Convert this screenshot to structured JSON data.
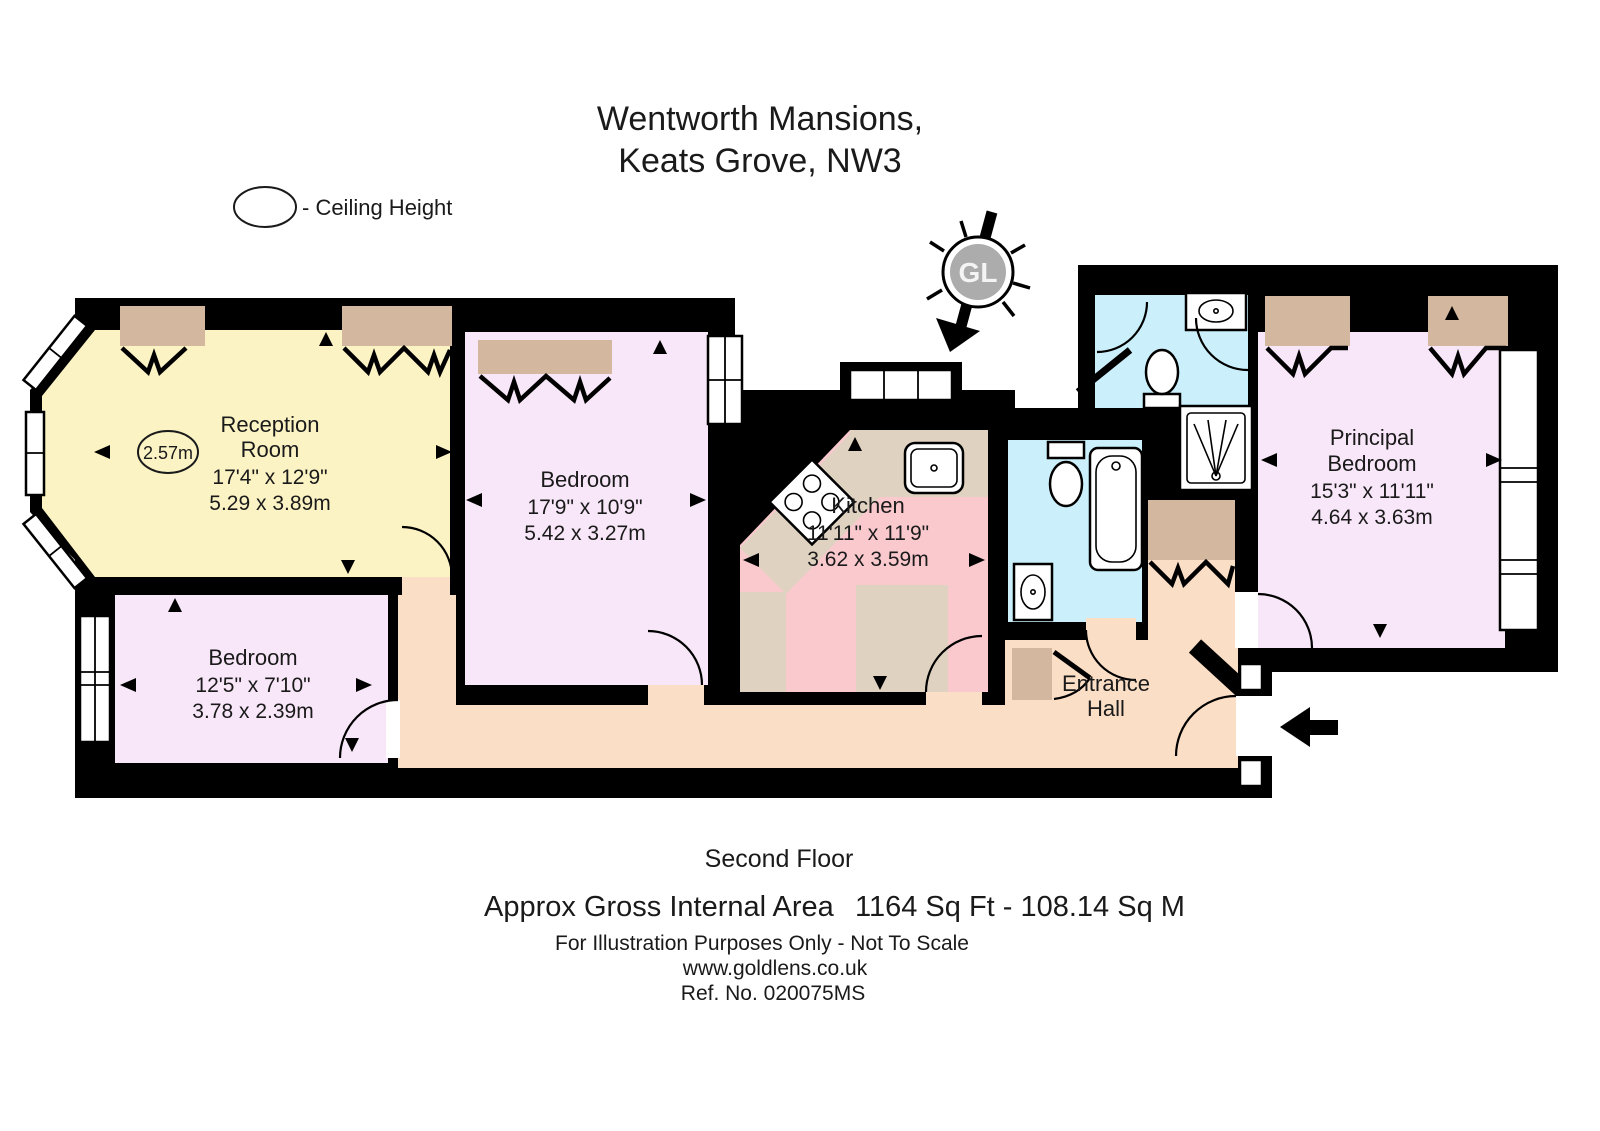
{
  "title": {
    "line1": "Wentworth Mansions,",
    "line2": "Keats Grove, NW3"
  },
  "legend": {
    "label": "- Ceiling Height"
  },
  "compass": {
    "label": "GL"
  },
  "rooms": {
    "reception": {
      "line1": "Reception",
      "line2": "Room",
      "imperial": "17'4\" x 12'9\"",
      "metric": "5.29 x 3.89m",
      "ceiling": "2.57m"
    },
    "bedroom_small": {
      "name": "Bedroom",
      "imperial": "12'5\" x 7'10\"",
      "metric": "3.78 x 2.39m"
    },
    "bedroom_mid": {
      "name": "Bedroom",
      "imperial": "17'9\" x 10'9\"",
      "metric": "5.42 x 3.27m"
    },
    "kitchen": {
      "name": "Kitchen",
      "imperial": "11'11\" x 11'9\"",
      "metric": "3.62 x 3.59m"
    },
    "principal": {
      "line1": "Principal",
      "line2": "Bedroom",
      "imperial": "15'3\" x 11'11\"",
      "metric": "4.64 x 3.63m"
    },
    "hall": {
      "line1": "Entrance",
      "line2": "Hall"
    }
  },
  "footer": {
    "floor": "Second Floor",
    "area_label": "Approx Gross Internal Area",
    "area_value": "1164 Sq Ft - 108.14 Sq M",
    "disclaimer": "For Illustration Purposes Only - Not To Scale",
    "website": "www.goldlens.co.uk",
    "reference": "Ref. No. 020075MS"
  },
  "colors": {
    "wall": "#000000",
    "reception": "#FBF3C4",
    "bedroom": "#F8E7F8",
    "kitchen": "#F9C9CE",
    "bathroom": "#CBF0FB",
    "hall": "#FBDEC6",
    "wardrobe": "#D4B79F",
    "counter": "#DFD2C0",
    "compass_inner": "#ACACAC"
  }
}
